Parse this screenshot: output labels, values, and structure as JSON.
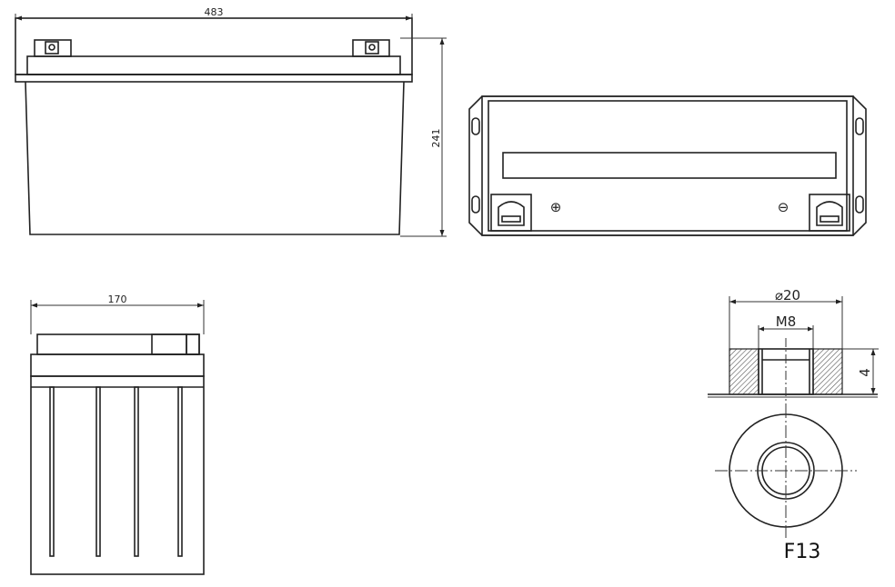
{
  "front_view": {
    "width_dim": "483",
    "height_dim": "241"
  },
  "side_view": {
    "width_dim": "170"
  },
  "top_view": {
    "positive_symbol": "⊕",
    "negative_symbol": "⊖"
  },
  "terminal_detail": {
    "outer_diameter_dim": "⌀20",
    "thread_dim": "M8",
    "height_dim": "4",
    "terminal_label": "F13"
  }
}
